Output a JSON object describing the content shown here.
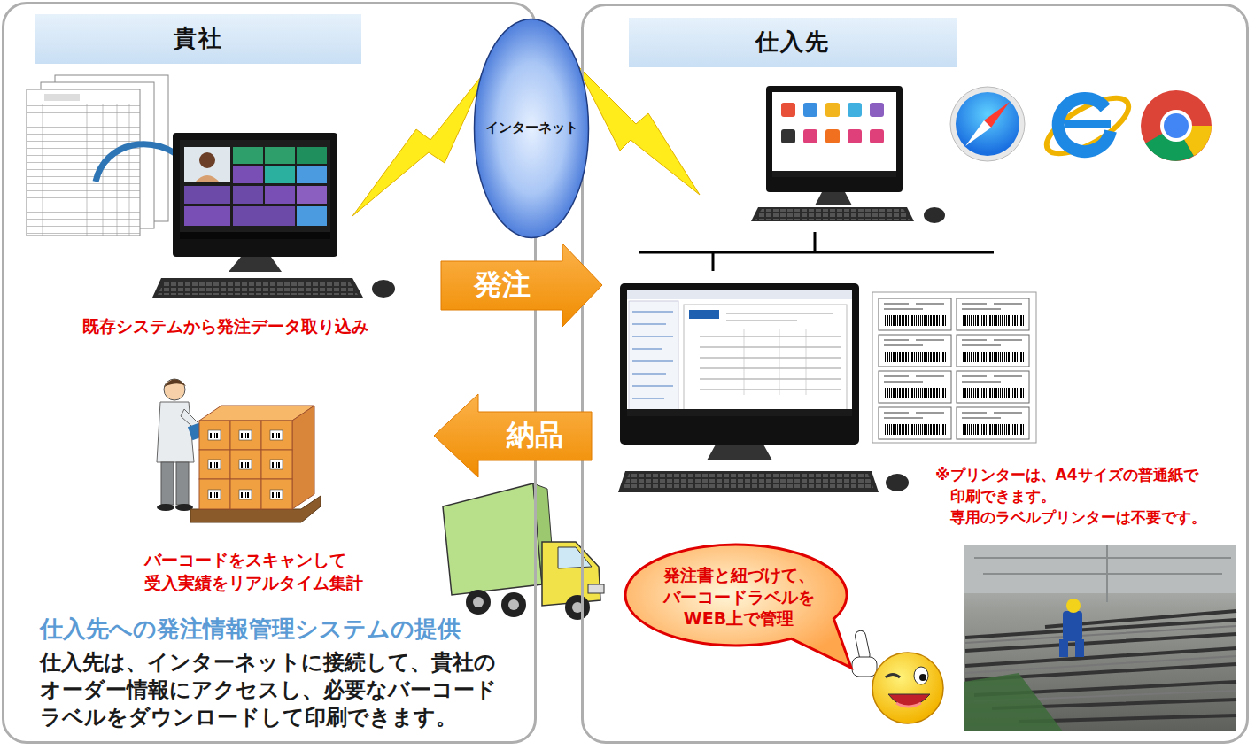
{
  "diagram": {
    "nodes": [
      {
        "text": [
          "貴社"
        ]
      },
      {
        "text": [
          "インターネット"
        ]
      },
      {
        "text": [
          "仕入先"
        ]
      },
      {
        "text": [
          "発注"
        ]
      },
      {
        "text": [
          "納品"
        ]
      },
      {
        "text": [
          "発注書と紐づけて、 バーコードラベルを WEB上で管理"
        ],
        "in": 2
      }
    ],
    "labels": [
      "既存システムから発注データ取り込み",
      "バーコードをスキャンして 受入実績をリアルタイム集計",
      "仕入先への発注情報管理システムの提供",
      "仕入先は、インターネットに接続して、貴社の オーダー情報にアクセスし、必要なバーコード ラベルをダウンロードして印刷できます。",
      "※プリンターは、A4サイズの普通紙で 印刷できます。 専用のラベルプリンターは不要です。"
    ]
  }
}
